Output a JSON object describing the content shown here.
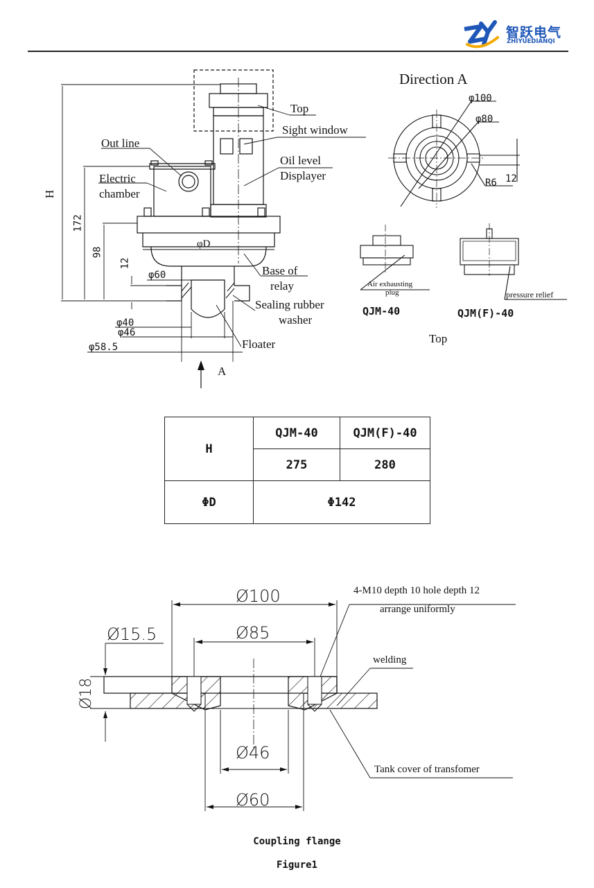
{
  "header": {
    "brand_cn": "智跃电气",
    "brand_en": "ZHIYUEDIANQI",
    "brand_color": "#1e57b8",
    "accent_color": "#f2a900"
  },
  "figure_top": {
    "labels": {
      "top": "Top",
      "sight_window": "Sight window",
      "out_line": "Out line",
      "oil_level_1": "Oil level",
      "oil_level_2": "Displayer",
      "electric_1": "Electric",
      "electric_2": "chamber",
      "base_1": "Base of",
      "base_2": "relay",
      "sealing_1": "Sealing rubber",
      "sealing_2": "washer",
      "floater": "Floater",
      "arrow_a": "A"
    },
    "dims": {
      "h": "H",
      "d172": "172",
      "d98": "98",
      "d12": "12",
      "phi_d": "φD",
      "phi60": "φ60",
      "phi40": "φ40",
      "phi46": "φ46",
      "phi58_5": "φ58.5"
    },
    "direction_a": {
      "title": "Direction A",
      "phi100": "φ100",
      "phi80": "φ80",
      "r6": "R6",
      "d12": "12"
    },
    "variants": {
      "air_exhaust_1": "Air exhausting",
      "air_exhaust_2": "plug",
      "pressure_relief": "pressure relief",
      "qjm40": "QJM-40",
      "qjmf40": "QJM(F)-40",
      "top": "Top"
    }
  },
  "table": {
    "h_label": "H",
    "col1": "QJM-40",
    "col2": "QJM(F)-40",
    "h1": "275",
    "h2": "280",
    "d_label": "ΦD",
    "d_value": "Φ142"
  },
  "flange": {
    "phi100": "Ø100",
    "phi85": "Ø85",
    "phi15_5": "Ø15.5",
    "phi18": "Ø18",
    "phi46": "Ø46",
    "phi60": "Ø60",
    "note_1": "4-M10 depth 10 hole depth 12",
    "note_2": "arrange uniformly",
    "welding": "welding",
    "tank_cover": "Tank cover of transfomer",
    "caption": "Coupling flange",
    "figure": "Figure1"
  }
}
